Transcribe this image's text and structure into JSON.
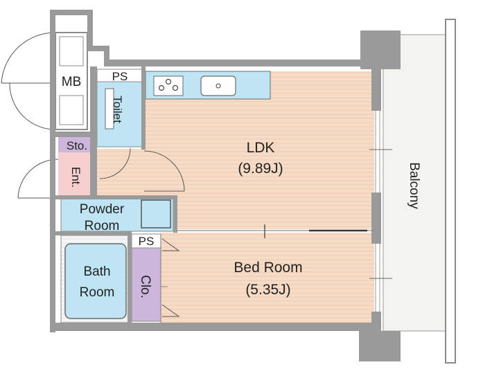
{
  "rooms": {
    "mb": "MB",
    "ps_top": "PS",
    "toilet": "Toilet",
    "storage": "Sto.",
    "entrance": "Ent.",
    "ldk_name": "LDK",
    "ldk_size": "(9.89J)",
    "powder_line1": "Powder",
    "powder_line2": "Room",
    "bath_line1": "Bath",
    "bath_line2": "Room",
    "ps_mid": "PS",
    "closet": "Clo.",
    "bedroom_name": "Bed Room",
    "bedroom_size": "(5.35J)",
    "balcony": "Balcony"
  },
  "colors": {
    "wall": "#9a9a9a",
    "wood_floor": "#f6dcc6",
    "wet_area": "#bfe4f4",
    "entrance": "#f7cfcf",
    "closet": "#cdb6dc",
    "balcony": "#f3f3ef"
  }
}
